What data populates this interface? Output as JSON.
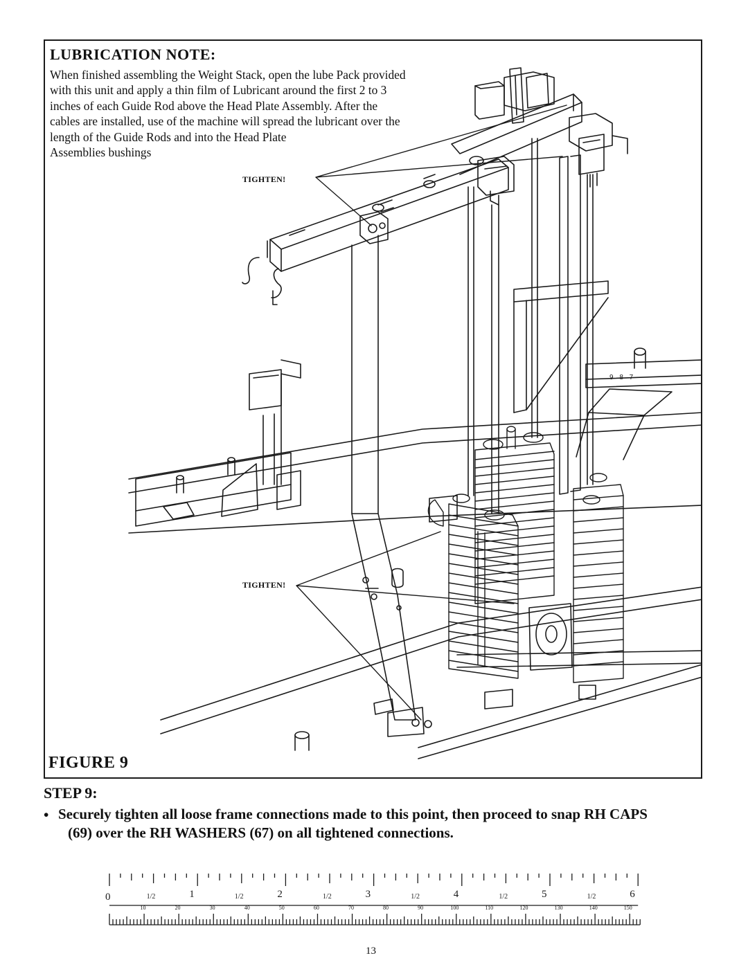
{
  "lubrication_note": {
    "title": "LUBRICATION NOTE:",
    "lines": [
      "When finished assembling the Weight Stack, open the lube Pack provided",
      "with this unit and  apply a thin film of Lubricant around the first 2 to 3",
      "inches of each Guide Rod above the Head Plate Assembly.  After the",
      "cables are installed, use of the machine will spread the lubricant over the",
      "length of the Guide Rods and into the Head Plate",
      "Assemblies bushings"
    ]
  },
  "figure": {
    "callout_top": "TIGHTEN!",
    "callout_bottom": "TIGHTEN!",
    "label": "FIGURE 9",
    "weight_stack_numbers": "9 8 7"
  },
  "step": {
    "title": "STEP 9:",
    "bullet": "•",
    "line1": "Securely tighten all loose frame connections made to this point, then proceed to snap RH CAPS",
    "line2": "(69) over the RH WASHERS (67) on all tightened connections."
  },
  "ruler": {
    "inch_labels": [
      "0",
      "1",
      "2",
      "3",
      "4",
      "5",
      "6"
    ],
    "half_label": "1/2",
    "mm_labels": [
      "10",
      "20",
      "30",
      "40",
      "50",
      "60",
      "70",
      "80",
      "90",
      "100",
      "110",
      "120",
      "130",
      "140",
      "150"
    ]
  },
  "page_number": "13"
}
